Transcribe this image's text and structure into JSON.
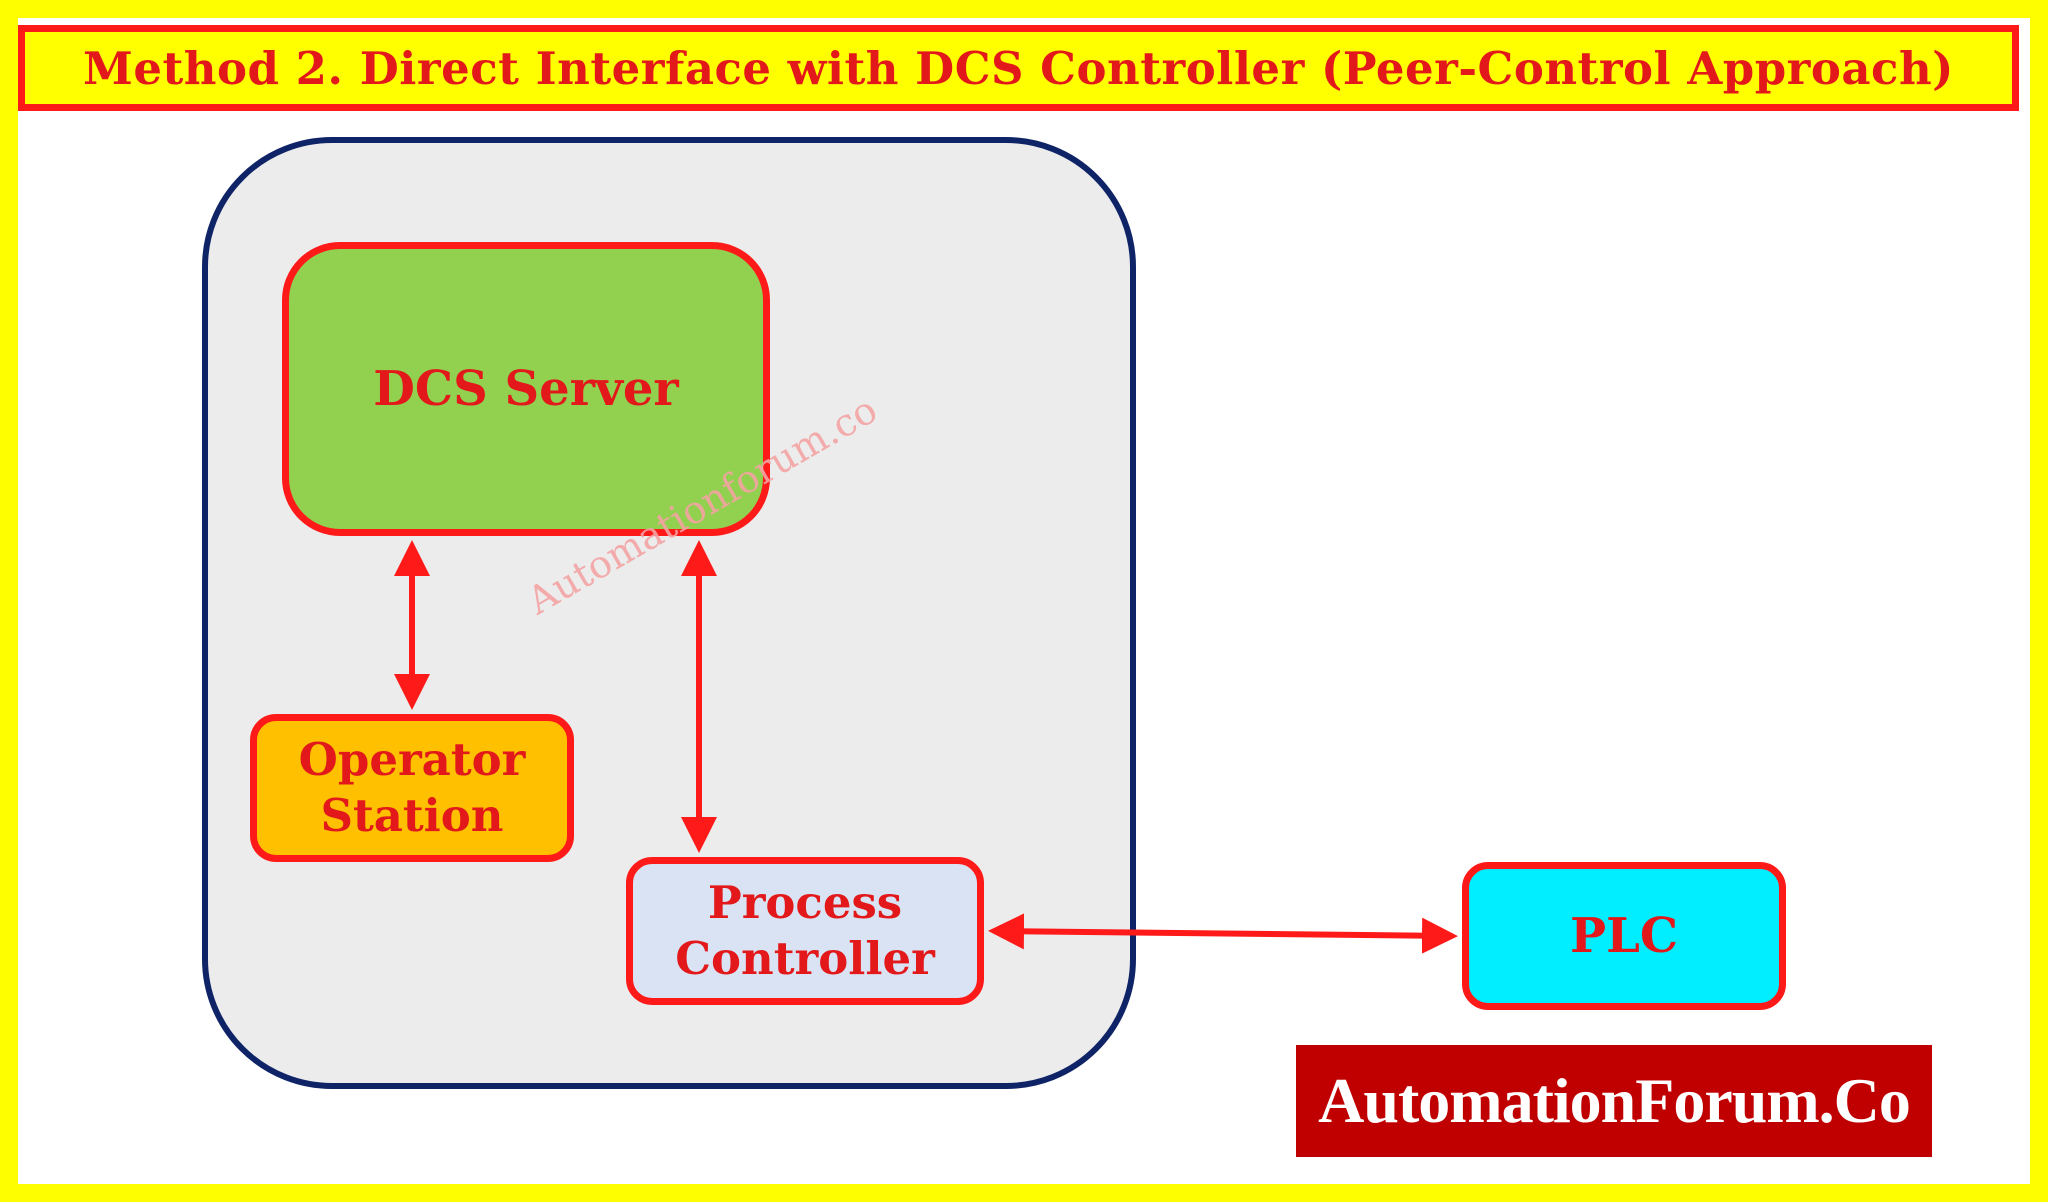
{
  "title": "Method 2. Direct Interface with DCS Controller (Peer-Control Approach)",
  "nodes": {
    "dcs_server": "DCS Server",
    "operator_station": [
      "Operator",
      "Station"
    ],
    "process_controller": [
      "Process",
      "Controller"
    ],
    "plc": "PLC"
  },
  "links": [
    {
      "from": "DCS Server",
      "to": "Operator Station",
      "bidirectional": true
    },
    {
      "from": "DCS Server",
      "to": "Process Controller",
      "bidirectional": true
    },
    {
      "from": "Process Controller",
      "to": "PLC",
      "bidirectional": true
    }
  ],
  "watermark": "Automationforum.co",
  "logo_text": "AutomationForum.Co",
  "colors": {
    "background": "#fefe00",
    "accent": "#ff1a1a",
    "text": "#e2181a",
    "dcs_server_fill": "#92d050",
    "operator_station_fill": "#ffc000",
    "process_controller_fill": "#dae3f3",
    "plc_fill": "#00eeff",
    "container_border": "#0f2466",
    "container_fill": "#ececec",
    "logo_fill": "#c00000"
  }
}
